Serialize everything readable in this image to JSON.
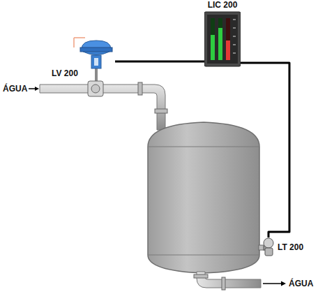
{
  "diagram": {
    "nodes": [
      {
        "text": [
          "LIC 200"
        ]
      },
      {
        "text": [
          "LV 200"
        ]
      },
      {
        "text": [
          "LT 200"
        ]
      }
    ],
    "edges": [
      {
        "from": 2,
        "to": 0,
        "arrow": "none"
      },
      {
        "from": 0,
        "to": 1,
        "arrow": "none"
      }
    ],
    "labels": [
      "ÁGUA",
      "ÁGUA"
    ]
  }
}
